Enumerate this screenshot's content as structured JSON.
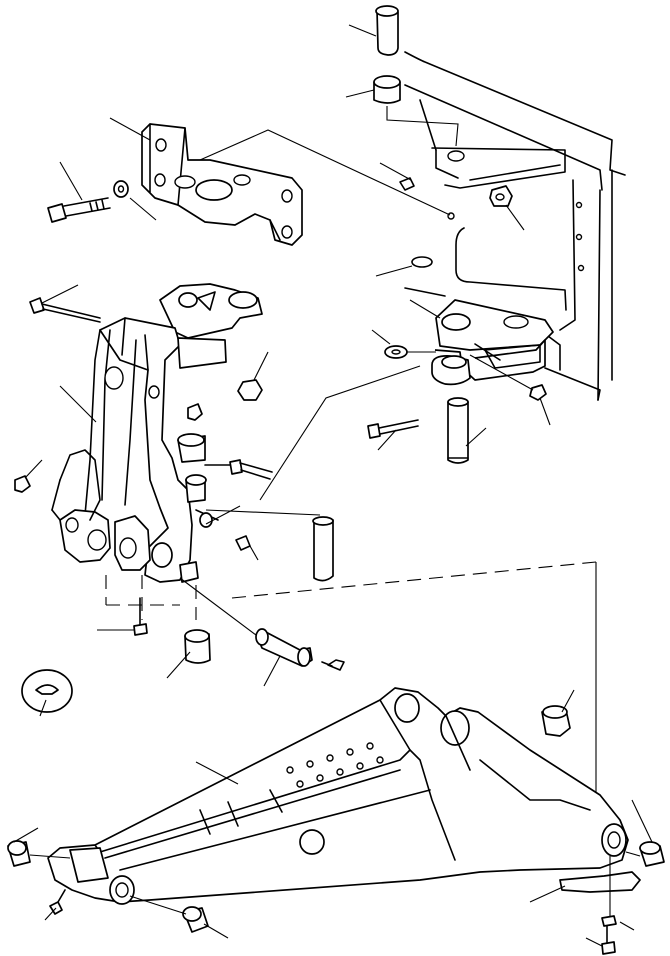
{
  "diagram": {
    "callout_labels": [],
    "parts": [
      {
        "id": "p01",
        "name": "pin-top"
      },
      {
        "id": "p02",
        "name": "bushing-top"
      },
      {
        "id": "p03",
        "name": "bolt-upper-left"
      },
      {
        "id": "p04",
        "name": "washer-upper-left"
      },
      {
        "id": "p05",
        "name": "bracket-upper"
      },
      {
        "id": "p06",
        "name": "chassis-frame"
      },
      {
        "id": "p07",
        "name": "cotter-pin-right"
      },
      {
        "id": "p08",
        "name": "nut-right"
      },
      {
        "id": "p09",
        "name": "snap-ring-right"
      },
      {
        "id": "p10",
        "name": "washer-right"
      },
      {
        "id": "p11",
        "name": "swivel-bracket"
      },
      {
        "id": "p12",
        "name": "bushing-swivel"
      },
      {
        "id": "p13",
        "name": "bolt-swivel"
      },
      {
        "id": "p14",
        "name": "pin-swivel"
      },
      {
        "id": "p15",
        "name": "nut-swivel"
      },
      {
        "id": "p16",
        "name": "bolt-left"
      },
      {
        "id": "p17",
        "name": "swing-frame"
      },
      {
        "id": "p18",
        "name": "nut-frame-right"
      },
      {
        "id": "p19",
        "name": "nut-frame-left"
      },
      {
        "id": "p20",
        "name": "bolt-frame-small"
      },
      {
        "id": "p21",
        "name": "nut-frame-center"
      },
      {
        "id": "p22",
        "name": "bolt-frame-center"
      },
      {
        "id": "p23",
        "name": "cotter-pin-frame"
      },
      {
        "id": "p24",
        "name": "pin-frame"
      },
      {
        "id": "p25",
        "name": "grease-bolt"
      },
      {
        "id": "p26",
        "name": "bushing-frame-lower"
      },
      {
        "id": "p27",
        "name": "pin-frame-lower"
      },
      {
        "id": "p28",
        "name": "cotter-pin-lower"
      },
      {
        "id": "p29",
        "name": "grease-fitting-cap"
      },
      {
        "id": "p30",
        "name": "boom-arm"
      },
      {
        "id": "p31",
        "name": "bushing-boom-top"
      },
      {
        "id": "p32",
        "name": "bushing-boom-left"
      },
      {
        "id": "p33",
        "name": "bushing-boom-right"
      },
      {
        "id": "p34",
        "name": "grease-fitting-boom"
      },
      {
        "id": "p35",
        "name": "bushing-boom-bottom"
      },
      {
        "id": "p36",
        "name": "shim-plate"
      },
      {
        "id": "p37",
        "name": "bolt-boom-bottom"
      }
    ]
  },
  "colors": {
    "ink": "#000000",
    "paper": "#ffffff"
  }
}
